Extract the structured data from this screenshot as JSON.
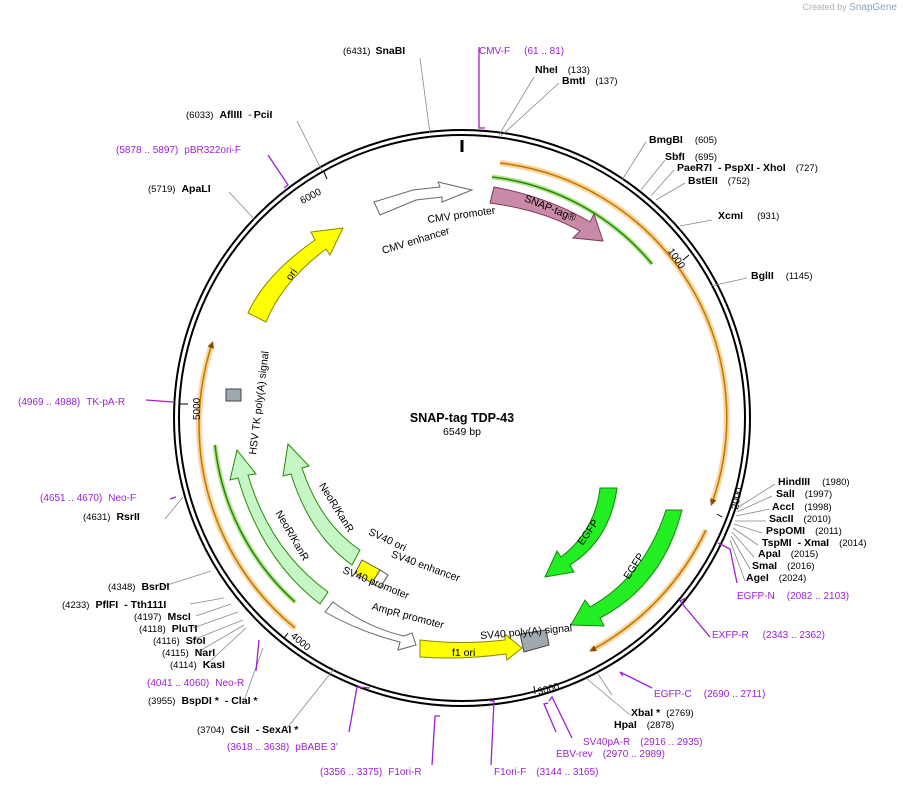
{
  "credit": {
    "prefix": "Created by",
    "brand": "SnapGene"
  },
  "plasmid": {
    "name": "SNAP-tag TDP-43",
    "length": "6549 bp"
  },
  "ticks": [
    "1000",
    "2000",
    "3000",
    "4000",
    "5000",
    "6000"
  ],
  "features": {
    "cmv_promoter": "CMV promoter",
    "cmv_enhancer": "CMV enhancer",
    "snap_tag": "SNAP-tag®",
    "ori": "ori",
    "hsv_tk": "HSV TK poly(A) signal",
    "neokan_outer": "NeoR/KanR",
    "neokan_inner": "NeoR/KanR",
    "sv40_ori": "SV40 ori",
    "sv40_enhancer": "SV40 enhancer",
    "sv40_promoter": "SV40 promoter",
    "ampr_promoter": "AmpR promoter",
    "f1_ori": "f1 ori",
    "sv40_polya": "SV40 poly(A) signal",
    "egfp1": "EGFP",
    "egfp2": "EGFP"
  },
  "enzymes": {
    "snabi": {
      "name": "SnaBI",
      "pos": "(6431)"
    },
    "nhei": {
      "name": "NheI",
      "pos": "(133)"
    },
    "bmti": {
      "name": "BmtI",
      "pos": "(137)"
    },
    "afliii": {
      "name": "AflIII",
      "sep": "-",
      "name2": "PciI",
      "pos": "(6033)"
    },
    "apali": {
      "name": "ApaLI",
      "pos": "(5719)"
    },
    "bmgbi": {
      "name": "BmgBI",
      "pos": "(605)"
    },
    "sbfi": {
      "name": "SbfI",
      "pos": "(695)"
    },
    "paer7i": {
      "name": "PaeR7I",
      "sep": "- PspXI - XhoI",
      "pos": "(727)"
    },
    "bsteii": {
      "name": "BstEII",
      "pos": "(752)"
    },
    "xcmi": {
      "name": "XcmI",
      "pos": "(931)"
    },
    "bglii": {
      "name": "BglII",
      "pos": "(1145)"
    },
    "hindiii": {
      "name": "HindIII",
      "pos": "(1980)"
    },
    "sali": {
      "name": "SalI",
      "pos": "(1997)"
    },
    "acci": {
      "name": "AccI",
      "pos": "(1998)"
    },
    "sacii": {
      "name": "SacII",
      "pos": "(2010)"
    },
    "pspomi": {
      "name": "PspOMI",
      "pos": "(2011)"
    },
    "tspmi": {
      "name": "TspMI",
      "sep": "- XmaI",
      "pos": "(2014)"
    },
    "apai": {
      "name": "ApaI",
      "pos": "(2015)"
    },
    "smai": {
      "name": "SmaI",
      "pos": "(2016)"
    },
    "agei": {
      "name": "AgeI",
      "pos": "(2024)"
    },
    "xbai": {
      "name": "XbaI *",
      "pos": "(2769)"
    },
    "hpai": {
      "name": "HpaI",
      "pos": "(2878)"
    },
    "rsrii": {
      "name": "RsrII",
      "pos": "(4631)"
    },
    "bsrdi": {
      "name": "BsrDI",
      "pos": "(4348)"
    },
    "pflfi": {
      "name": "PflFI",
      "sep": "- Tth111I",
      "pos": "(4233)"
    },
    "msci": {
      "name": "MscI",
      "pos": "(4197)"
    },
    "pluti": {
      "name": "PluTI",
      "pos": "(4118)"
    },
    "sfoi": {
      "name": "SfoI",
      "pos": "(4116)"
    },
    "nari": {
      "name": "NarI",
      "pos": "(4115)"
    },
    "kasi": {
      "name": "KasI",
      "pos": "(4114)"
    },
    "bspdi": {
      "name": "BspDI *",
      "sep": "- ClaI *",
      "pos": "(3955)"
    },
    "csii": {
      "name": "CsiI",
      "sep": "- SexAI *",
      "pos": "(3704)"
    }
  },
  "primers": {
    "cmvf": {
      "name": "CMV-F",
      "range": "(61 .. 81)"
    },
    "pbr322": {
      "name": "pBR322ori-F",
      "range": "(5878 .. 5897)"
    },
    "tkpa": {
      "name": "TK-pA-R",
      "range": "(4969 .. 4988)"
    },
    "neof": {
      "name": "Neo-F",
      "range": "(4651 .. 4670)"
    },
    "neor": {
      "name": "Neo-R",
      "range": "(4041 .. 4060)"
    },
    "pbabe": {
      "name": "pBABE 3'",
      "range": "(3618 .. 3638)"
    },
    "f1orir": {
      "name": "F1ori-R",
      "range": "(3356 .. 3375)"
    },
    "f1orif": {
      "name": "F1ori-F",
      "range": "(3144 .. 3165)"
    },
    "ebvrev": {
      "name": "EBV-rev",
      "range": "(2970 .. 2989)"
    },
    "sv40par": {
      "name": "SV40pA-R",
      "range": "(2916 .. 2935)"
    },
    "egfpc": {
      "name": "EGFP-C",
      "range": "(2690 .. 2711)"
    },
    "exfpr": {
      "name": "EXFP-R",
      "range": "(2343 .. 2362)"
    },
    "egfpn": {
      "name": "EGFP-N",
      "range": "(2082 .. 2103)"
    }
  },
  "colors": {
    "backbone": "#000000",
    "primer": "#9b1fd6",
    "snap": "#c98aa8",
    "ori": "#ffff00",
    "neokan": "#c6f5c6",
    "egfp": "#22ee22",
    "orf": "#f0a640",
    "orf_inner": "#2a8a00"
  }
}
